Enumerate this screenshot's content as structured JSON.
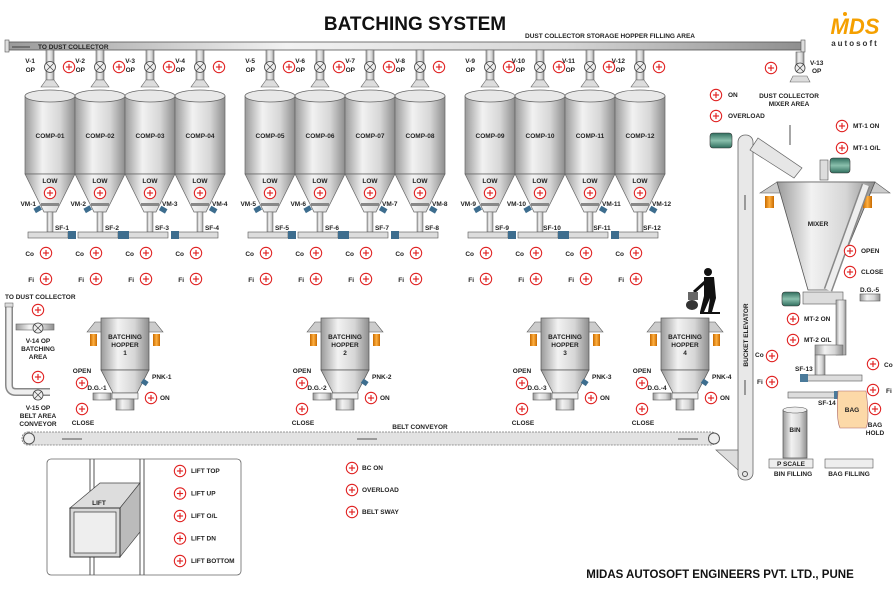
{
  "title": "BATCHING SYSTEM",
  "logo": {
    "brand": "MDS",
    "sub": "autosoft"
  },
  "footer": "MIDAS AUTOSOFT ENGINEERS PVT. LTD., PUNE",
  "header_pipe": {
    "left_label": "TO DUST COLLECTOR",
    "center_label": "DUST COLLECTOR STORAGE HOPPER FILLING AREA"
  },
  "silos": [
    {
      "name": "COMP-01",
      "valve": "V-1",
      "vm": "VM-1",
      "sf": "SF-1"
    },
    {
      "name": "COMP-02",
      "valve": "V-2",
      "vm": "VM-2",
      "sf": "SF-2"
    },
    {
      "name": "COMP-03",
      "valve": "V-3",
      "vm": "VM-3",
      "sf": "SF-3"
    },
    {
      "name": "COMP-04",
      "valve": "V-4",
      "vm": "VM-4",
      "sf": "SF-4"
    },
    {
      "name": "COMP-05",
      "valve": "V-5",
      "vm": "VM-5",
      "sf": "SF-5"
    },
    {
      "name": "COMP-06",
      "valve": "V-6",
      "vm": "VM-6",
      "sf": "SF-6"
    },
    {
      "name": "COMP-07",
      "valve": "V-7",
      "vm": "VM-7",
      "sf": "SF-7"
    },
    {
      "name": "COMP-08",
      "valve": "V-8",
      "vm": "VM-8",
      "sf": "SF-8"
    },
    {
      "name": "COMP-09",
      "valve": "V-9",
      "vm": "VM-9",
      "sf": "SF-9"
    },
    {
      "name": "COMP-10",
      "valve": "V-10",
      "vm": "VM-10",
      "sf": "SF-10"
    },
    {
      "name": "COMP-11",
      "valve": "V-11",
      "vm": "VM-11",
      "sf": "SF-11"
    },
    {
      "name": "COMP-12",
      "valve": "V-12",
      "vm": "VM-12",
      "sf": "SF-12"
    }
  ],
  "silo_common": {
    "op": "OP",
    "low": "LOW",
    "co": "Co",
    "fi": "Fi"
  },
  "hoppers": [
    {
      "line1": "BATCHING",
      "line2": "HOPPER",
      "num": "1",
      "dg": "D.G.-1",
      "pnk": "PNK-1"
    },
    {
      "line1": "BATCHING",
      "line2": "HOPPER",
      "num": "2",
      "dg": "D.G.-2",
      "pnk": "PNK-2"
    },
    {
      "line1": "BATCHING",
      "line2": "HOPPER",
      "num": "3",
      "dg": "D.G.-3",
      "pnk": "PNK-3"
    },
    {
      "line1": "BATCHING",
      "line2": "HOPPER",
      "num": "4",
      "dg": "D.G.-4",
      "pnk": "PNK-4"
    }
  ],
  "hopper_common": {
    "open": "OPEN",
    "close": "CLOSE",
    "on": "ON"
  },
  "dust_left": {
    "title": "TO DUST COLLECTOR",
    "v14": [
      "V-14 OP",
      "BATCHING",
      "AREA"
    ],
    "v15": [
      "V-15 OP",
      "BELT AREA",
      "CONVEYOR"
    ]
  },
  "belt": {
    "label": "BELT CONVEYOR",
    "controls": [
      "BC ON",
      "OVERLOAD",
      "BELT SWAY"
    ]
  },
  "lift": {
    "label": "LIFT",
    "controls": [
      "LIFT TOP",
      "LIFT UP",
      "LIFT O/L",
      "LIFT DN",
      "LIFT BOTTOM"
    ]
  },
  "elevator": {
    "label": "BUCKET ELEVATOR",
    "on": "ON",
    "overload": "OVERLOAD",
    "co": "Co",
    "fi": "Fi"
  },
  "mixer": {
    "label": "MIXER",
    "valve": "V-13",
    "op": "OP",
    "dust": [
      "DUST COLLECTOR",
      "MIXER AREA"
    ],
    "mt1_on": "MT-1 ON",
    "mt1_ol": "MT-1 O/L",
    "open": "OPEN",
    "close": "CLOSE",
    "dg": "D.G.-5",
    "mt2_on": "MT-2 ON",
    "mt2_ol": "MT-2 O/L"
  },
  "packing": {
    "sf13": "SF-13",
    "sf14": "SF-14",
    "bag": "BAG",
    "bin": "BIN",
    "co": "Co",
    "fi": "Fi",
    "bag_hold": [
      "BAG",
      "HOLD"
    ],
    "p_scale": "P SCALE",
    "bin_filling": "BIN FILLING",
    "bag_filling": "BAG FILLING"
  }
}
